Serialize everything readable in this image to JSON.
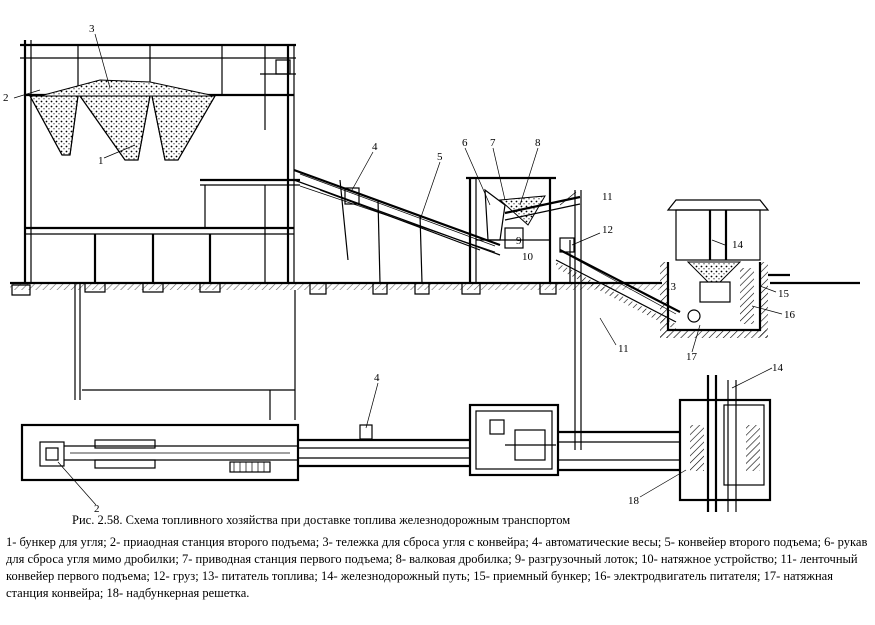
{
  "figure": {
    "caption": "Рис. 2.58. Схема топливного хозяйства при доставке топлива железнодорожным транспортом",
    "legend": "1- бункер для угля; 2- приаодная станция второго подъема; 3- тележка для сброса угля с конвейра; 4- автоматические весы; 5- конвейер второго подъема; 6- рукав для сброса угля мимо дробилки; 7- приводная станция первого подъема; 8- валковая дробилка; 9- разгрузочный лоток; 10- натяжное устройство; 11- ленточный конвейер первого подъема; 12- груз; 13- питатель топлива; 14- железнодорожный путь; 15- приемный бункер; 16- электродвигатель питателя; 17- натяжная станция конвейра; 18- надбункерная решетка."
  },
  "labels": {
    "l1": "1",
    "l2": "2",
    "l3": "3",
    "l4": "4",
    "l5": "5",
    "l6": "6",
    "l7": "7",
    "l8": "8",
    "l9": "9",
    "l10": "10",
    "l11": "11",
    "l12": "12",
    "l13": "13",
    "l14": "14",
    "l15": "15",
    "l16": "16",
    "l17": "17",
    "l11b": "11",
    "l4b": "4",
    "l2b": "2",
    "l14b": "14",
    "l18": "18"
  }
}
